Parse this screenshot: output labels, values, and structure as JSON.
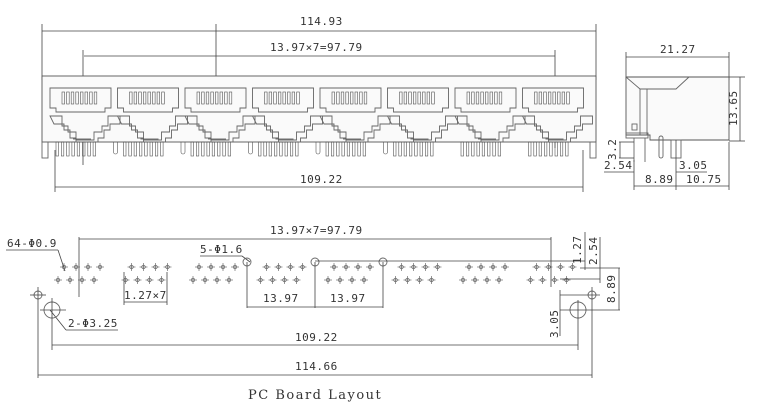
{
  "front_view": {
    "overall_width": "114.93",
    "port_pitch": "13.97×7=97.79",
    "mount_span": "109.22",
    "port_count": 8
  },
  "side_view": {
    "depth": "21.27",
    "height": "13.65",
    "pin_length": "3.2",
    "pin_offset": "2.54",
    "pin_row_spacing": "8.89",
    "post_offset": "3.05",
    "post_to_front": "10.75"
  },
  "pcb_layout": {
    "title": "PC Board Layout",
    "signal_holes": "64-Φ0.9",
    "shield_holes": "5-Φ1.6",
    "mount_holes": "2-Φ3.25",
    "port_pitch": "13.97×7=97.79",
    "pin_pitch": "1.27×7",
    "pitch_a": "13.97",
    "pitch_b": "13.97",
    "mount_span": "109.22",
    "overall_width": "114.66",
    "row_offset_1": "1.27",
    "row_offset_2": "2.54",
    "mount_vertical": "8.89",
    "mount_offset": "3.05"
  }
}
